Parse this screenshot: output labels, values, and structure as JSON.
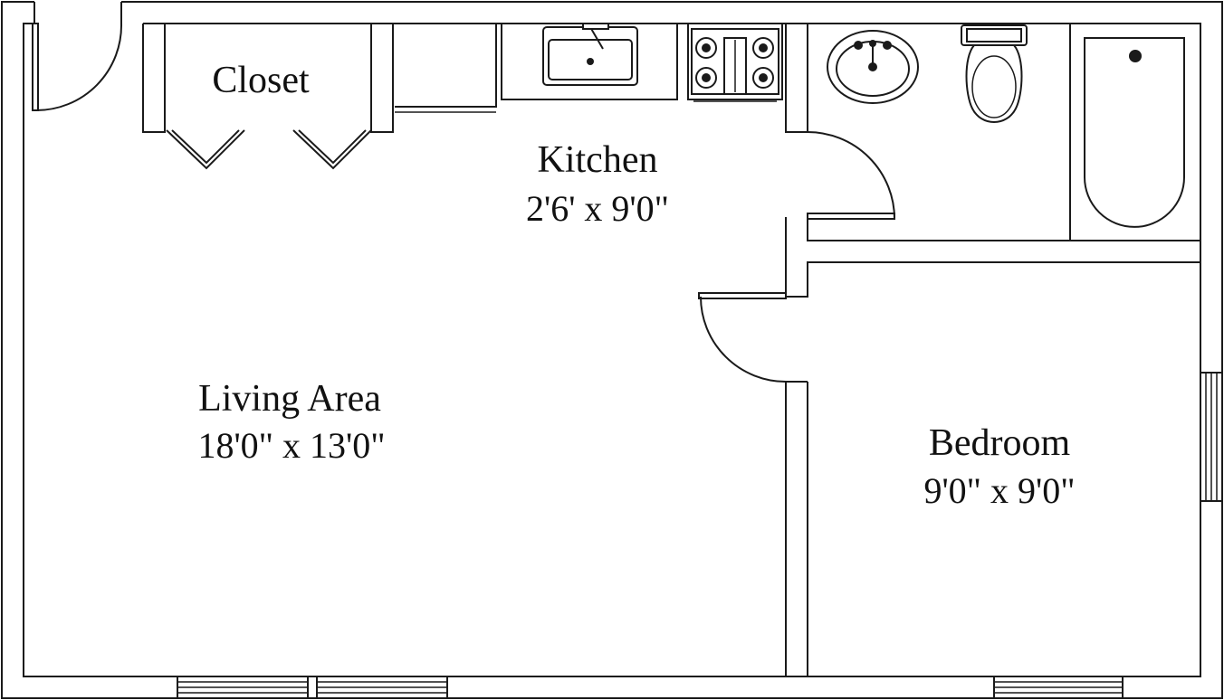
{
  "rooms": {
    "closet": {
      "name": "Closet"
    },
    "kitchen": {
      "name": "Kitchen",
      "dims": "2'6' x 9'0\""
    },
    "living": {
      "name": "Living Area",
      "dims": "18'0\" x 13'0\""
    },
    "bedroom": {
      "name": "Bedroom",
      "dims": "9'0\" x 9'0\""
    }
  },
  "fixtures": [
    "sink-icon",
    "stove-icon",
    "lavatory-icon",
    "toilet-icon",
    "bathtub-icon",
    "window-icon",
    "door-swing-icon"
  ],
  "colors": {
    "line": "#1a1a1a",
    "background": "#ffffff"
  }
}
